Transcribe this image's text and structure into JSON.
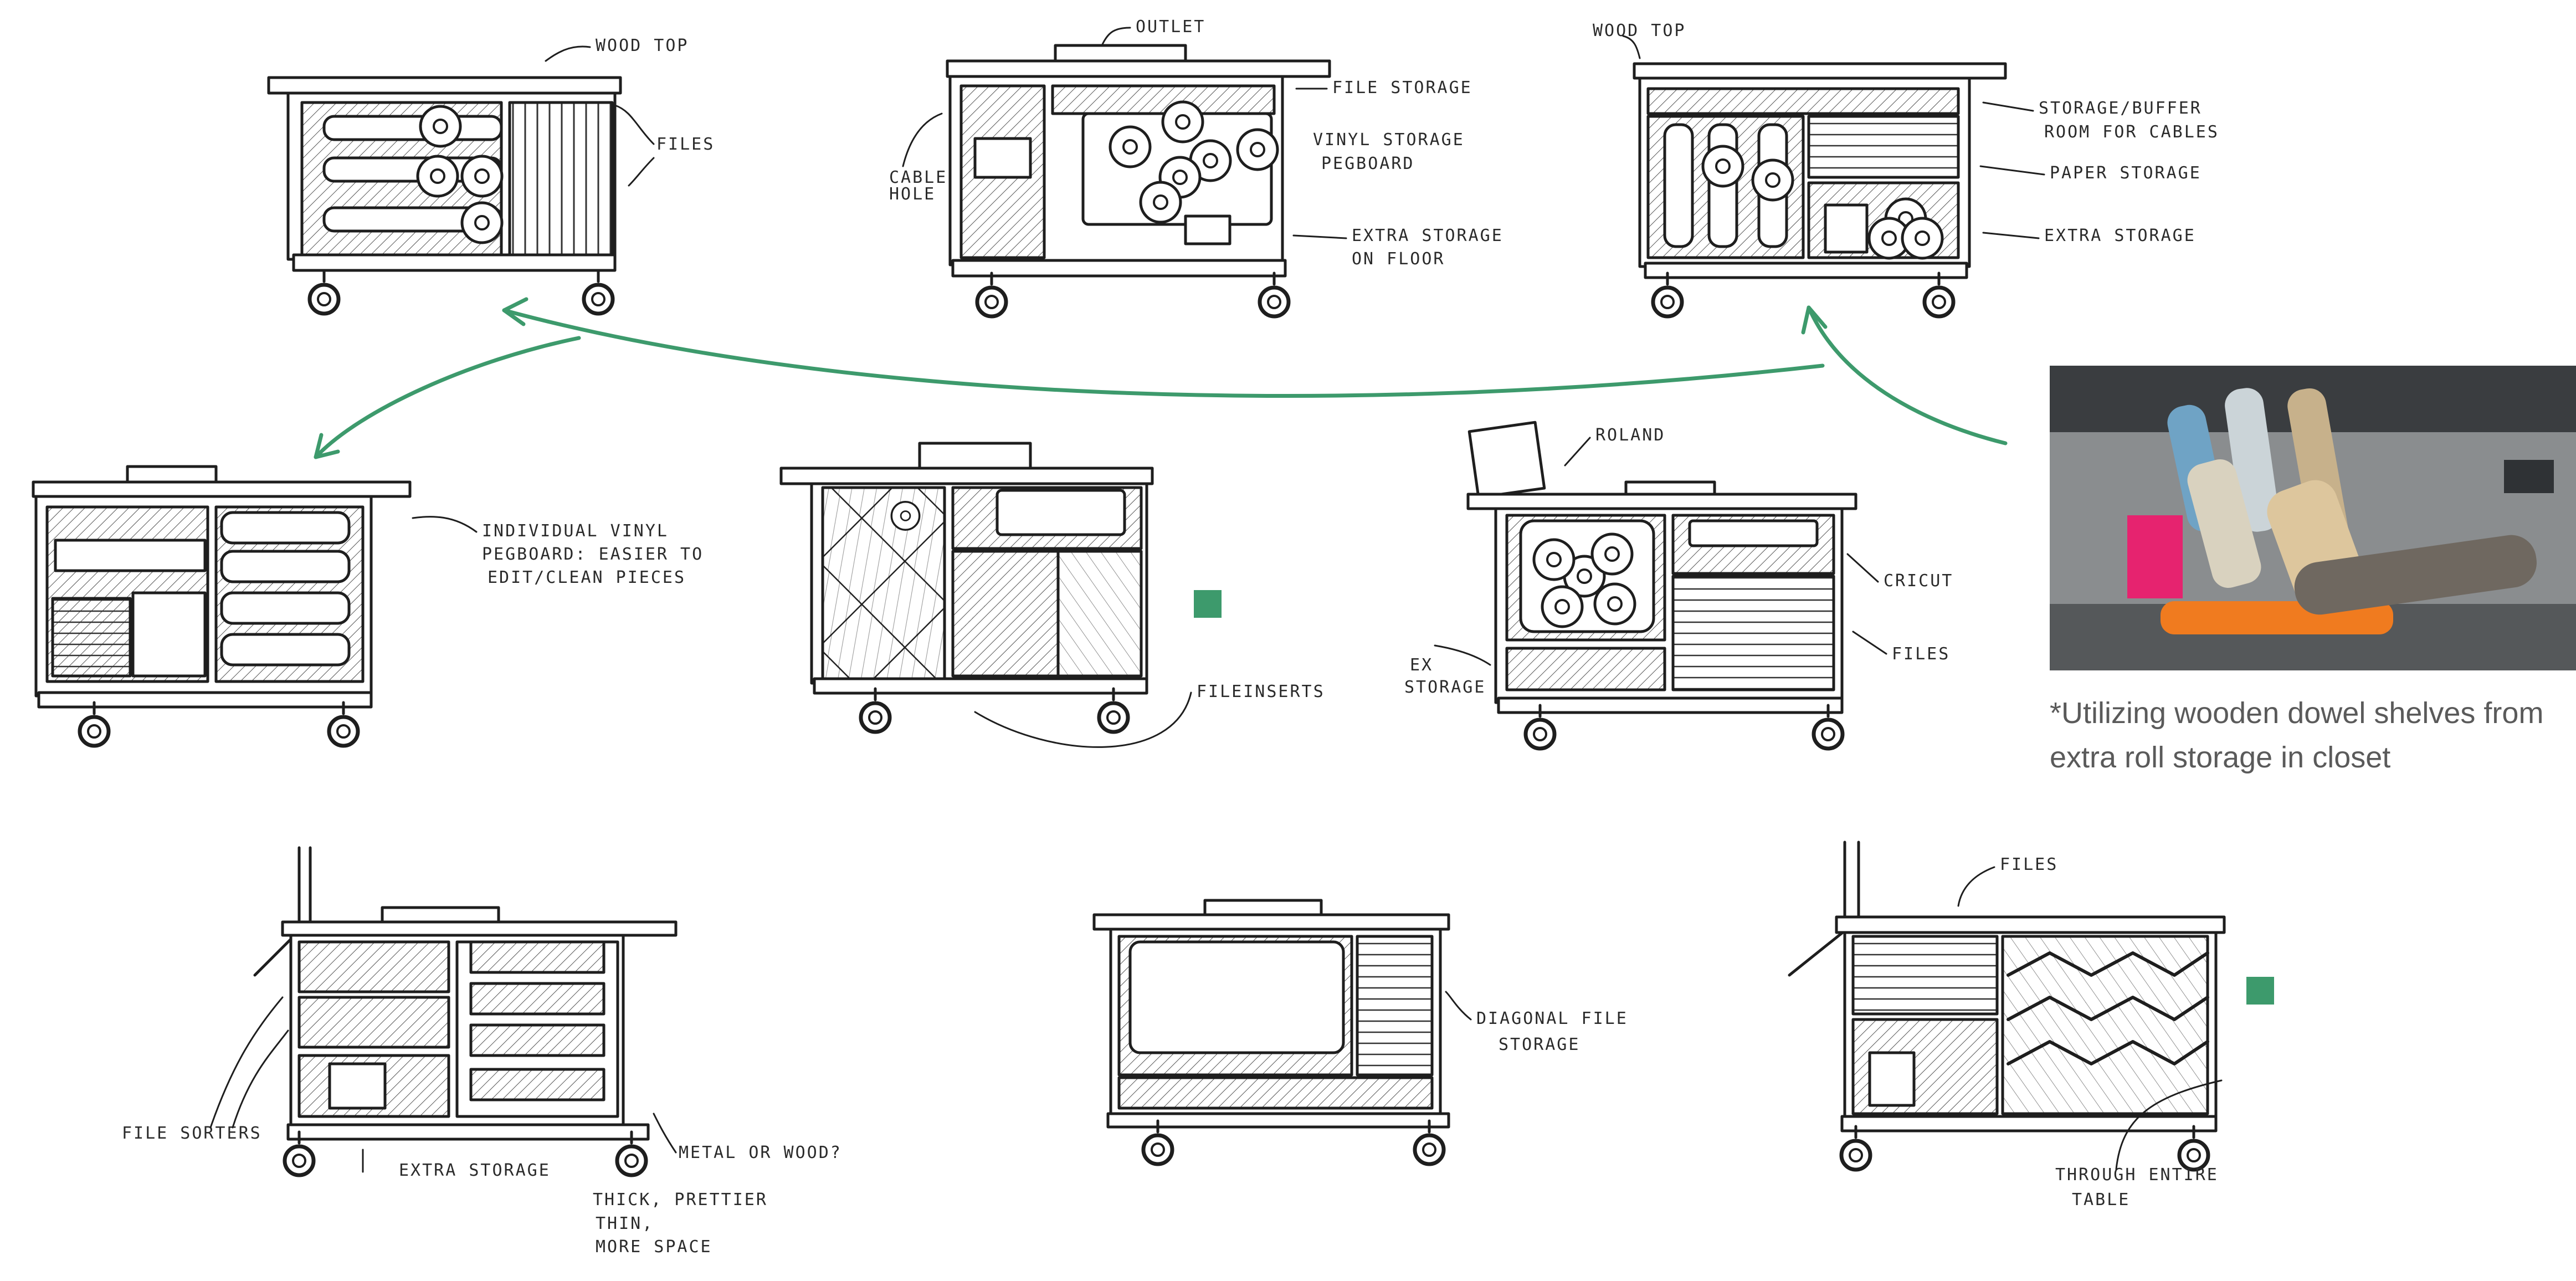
{
  "accent": "#3d9a6c",
  "photo": {
    "caption": [
      "*Utilizing wooden dowel shelves from",
      "extra roll storage in closet"
    ]
  },
  "labels": {
    "wood_top_1": "WOOD TOP",
    "files_1": "FILES",
    "outlet": "OUTLET",
    "file_storage": "FILE STORAGE",
    "cable_hole": [
      "CABLE",
      "HOLE"
    ],
    "vinyl_pegboard": [
      "VINYL STORAGE",
      "PEGBOARD"
    ],
    "extra_floor": [
      "EXTRA STORAGE",
      "ON FLOOR"
    ],
    "wood_top_2": "WOOD TOP",
    "buffer_room": [
      "STORAGE/BUFFER",
      "ROOM FOR CABLES"
    ],
    "paper_storage": "PAPER STORAGE",
    "extra_storage_1": "EXTRA STORAGE",
    "individual_vinyl": [
      "INDIVIDUAL VINYL",
      "PEGBOARD: EASIER TO",
      "EDIT/CLEAN PIECES"
    ],
    "file_inserts": "FILEINSERTS",
    "roland": "ROLAND",
    "cricut": "CRICUT",
    "files_2": "FILES",
    "ex_storage": [
      "EX",
      "STORAGE"
    ],
    "file_sorters": "FILE SORTERS",
    "extra_storage_2": "EXTRA STORAGE",
    "metal_or_wood": "METAL OR WOOD?",
    "thick_prettier": "THICK, PRETTIER",
    "thin_space": [
      "THIN,",
      "MORE SPACE"
    ],
    "diagonal_file": [
      "DIAGONAL FILE",
      "STORAGE"
    ],
    "files_3": "FILES",
    "through_table": [
      "THROUGH ENTIRE",
      "TABLE"
    ]
  }
}
